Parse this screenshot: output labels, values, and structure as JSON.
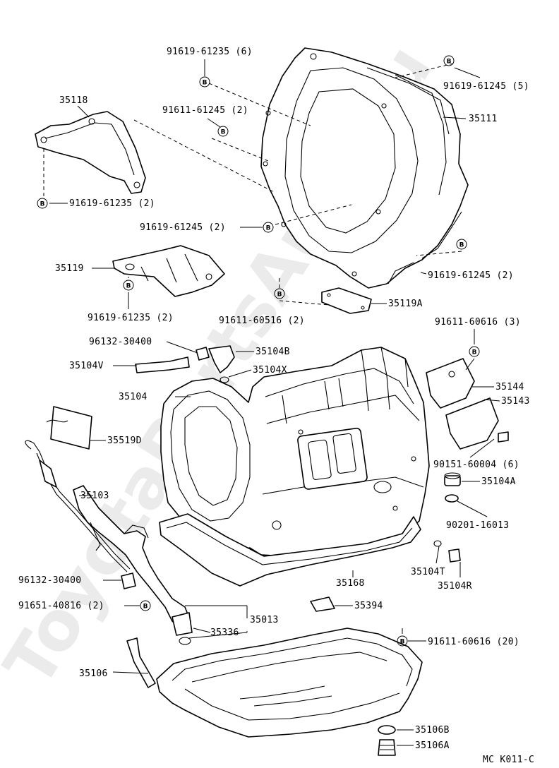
{
  "watermark": "ToyotaPartsAuto.ru",
  "bolt_marker": "B",
  "footer_code": "MC K011-C",
  "labels": {
    "p_91619_61235_6": "91619-61235 (6)",
    "p_91619_61245_5": "91619-61245 (5)",
    "p_35111": "35111",
    "p_35118": "35118",
    "p_91611_61245_2": "91611-61245 (2)",
    "p_91619_61235_2a": "91619-61235 (2)",
    "p_91619_61245_2a": "91619-61245 (2)",
    "p_91619_61245_2b": "91619-61245 (2)",
    "p_35119": "35119",
    "p_91619_61235_2b": "91619-61235 (2)",
    "p_91611_60516_2": "91611-60516 (2)",
    "p_35119A": "35119A",
    "p_96132_30400a": "96132-30400",
    "p_35104B": "35104B",
    "p_35104V": "35104V",
    "p_35104X": "35104X",
    "p_91611_60616_3": "91611-60616 (3)",
    "p_35144": "35144",
    "p_35143": "35143",
    "p_35104": "35104",
    "p_35519D": "35519D",
    "p_90151_60004_6": "90151-60004 (6)",
    "p_35104A": "35104A",
    "p_35103": "35103",
    "p_90201_16013": "90201-16013",
    "p_96132_30400b": "96132-30400",
    "p_35104T": "35104T",
    "p_35168": "35168",
    "p_35104R": "35104R",
    "p_91651_40816_2": "91651-40816 (2)",
    "p_35394": "35394",
    "p_35013": "35013",
    "p_35336": "35336",
    "p_91611_60616_20": "91611-60616 (20)",
    "p_35106": "35106",
    "p_35106B": "35106B",
    "p_35106A": "35106A"
  }
}
